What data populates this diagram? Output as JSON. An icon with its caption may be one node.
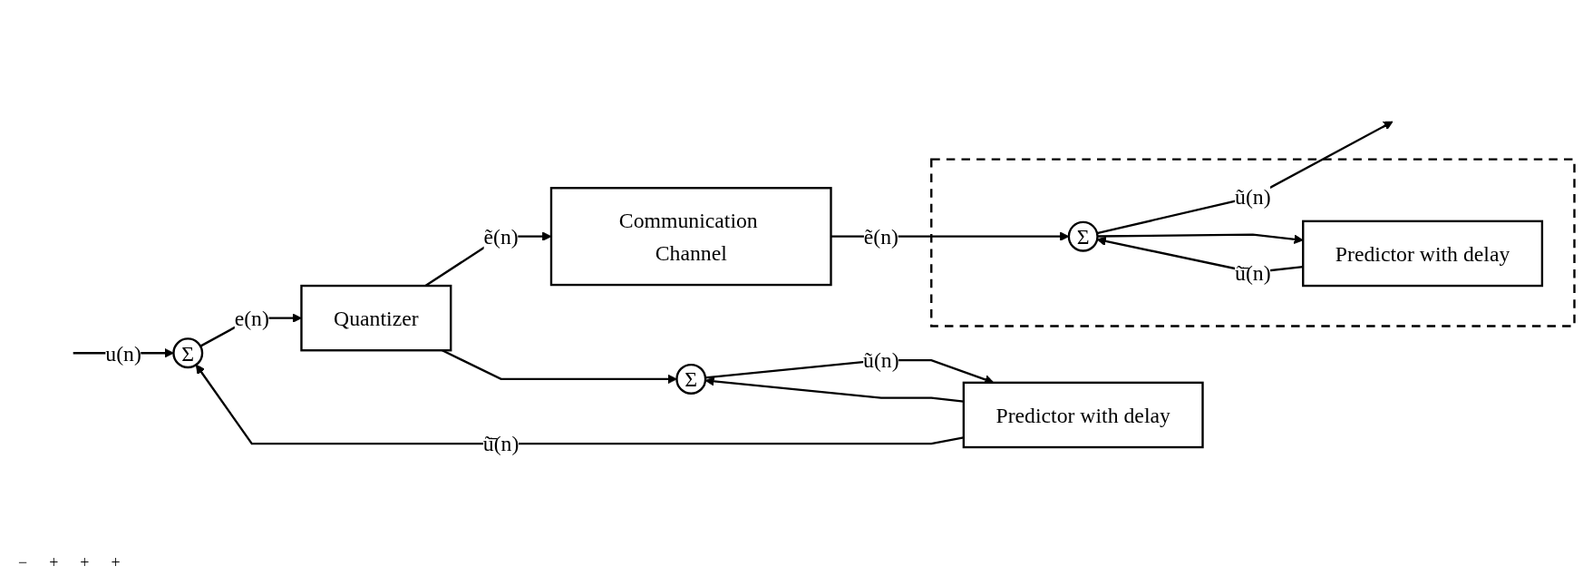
{
  "diagram": {
    "nodes": [
      {
        "text": [
          "Σ"
        ]
      },
      {
        "text": [
          "Quantizer"
        ]
      },
      {
        "text": [
          "Communication Channel"
        ]
      },
      {
        "text": [
          "Σ"
        ]
      },
      {
        "text": [
          "Predictor with delay"
        ]
      },
      {
        "text": [],
        "shape": "box"
      },
      {
        "text": [
          "Σ"
        ],
        "in": 5
      },
      {
        "text": [
          "Predictor with delay"
        ],
        "in": 5
      }
    ],
    "edges": [
      {
        "from": null,
        "to": 0,
        "arrow": "to",
        "label": "u(n)"
      },
      {
        "from": 0,
        "to": 1,
        "arrow": "to",
        "label": "e(n)"
      },
      {
        "from": 1,
        "to": 2,
        "arrow": "to",
        "label": "ẽ(n)"
      },
      {
        "from": 1,
        "to": 3,
        "arrow": "to"
      },
      {
        "from": 3,
        "to": 4,
        "arrow": "to",
        "label": "ũ(n)"
      },
      {
        "from": 4,
        "to": 0,
        "arrow": "to",
        "label": "ũ̄(n)"
      },
      {
        "from": 4,
        "to": 3,
        "arrow": "to"
      },
      {
        "from": 2,
        "to": 6,
        "arrow": "to",
        "label": "ẽ(n)"
      },
      {
        "from": 6,
        "to": null,
        "arrow": "to",
        "label": "ũ(n)"
      },
      {
        "from": 6,
        "to": 7,
        "arrow": "to"
      },
      {
        "from": 7,
        "to": 6,
        "arrow": "to",
        "label": "ũ̄(n)"
      }
    ],
    "labels": [
      "−",
      "+",
      "+",
      "+"
    ]
  }
}
